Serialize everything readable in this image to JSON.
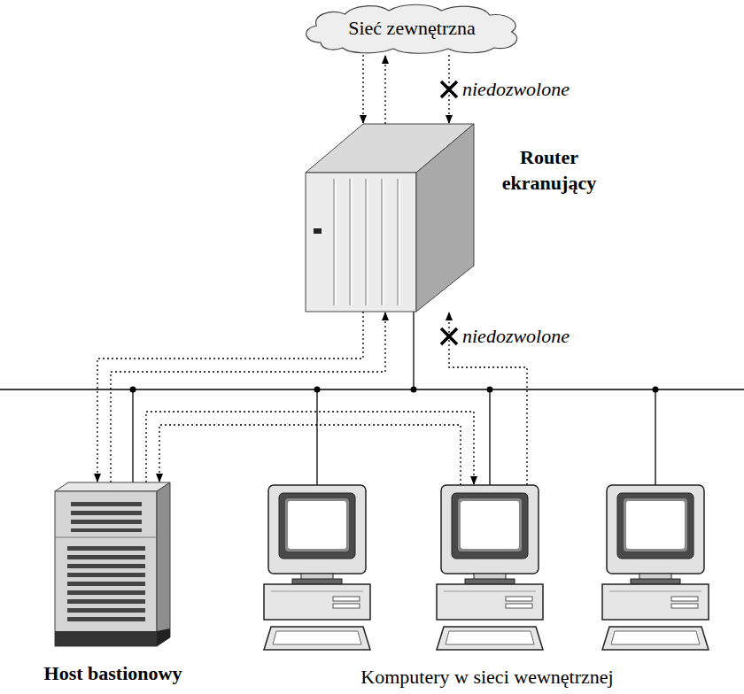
{
  "diagram": {
    "nodes": [
      {
        "text": [
          "Sieć zewnętrzna"
        ]
      },
      {
        "text": [
          "Router ekranujący"
        ]
      },
      {
        "text": [
          "Host bastionowy"
        ]
      },
      {
        "text": [
          "Komputery w sieci wewnętrznej"
        ]
      }
    ],
    "edges": [
      {
        "from": 0,
        "to": 1,
        "arrow": "to"
      },
      {
        "from": 1,
        "to": 0,
        "arrow": "to"
      },
      {
        "from": 0,
        "to": 1,
        "arrow": "to",
        "label": "niedozwolone"
      },
      {
        "from": 1,
        "to": 2,
        "arrow": "to"
      },
      {
        "from": 2,
        "to": 1,
        "arrow": "to"
      },
      {
        "from": 3,
        "to": 1,
        "arrow": "to",
        "label": "niedozwolone"
      },
      {
        "from": 3,
        "to": 2,
        "arrow": "to"
      },
      {
        "from": 2,
        "to": 3,
        "arrow": "to"
      }
    ]
  }
}
